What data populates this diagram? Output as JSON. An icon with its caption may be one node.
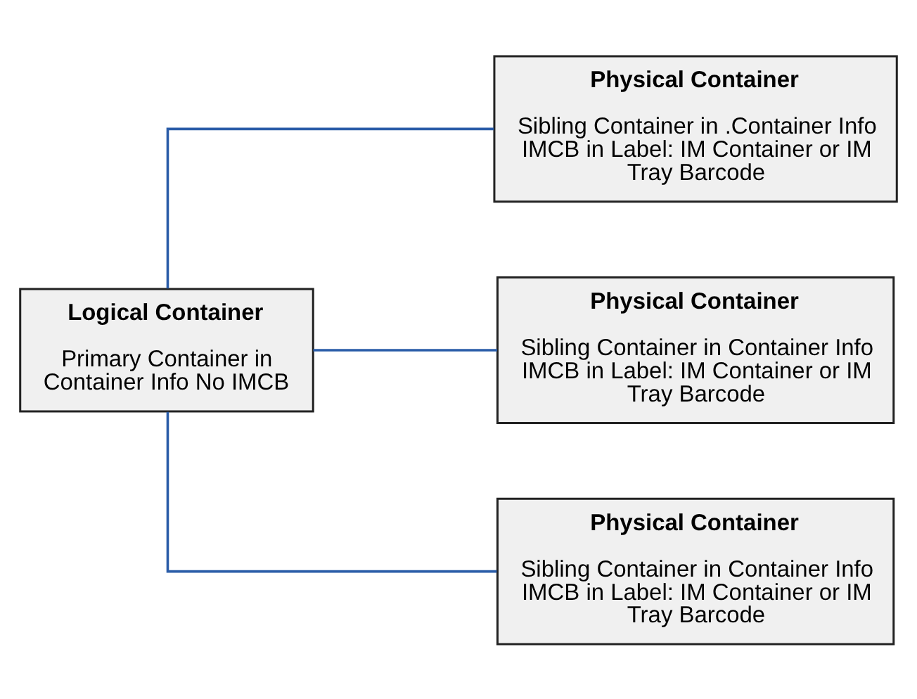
{
  "diagram": {
    "nodes": [
      {
        "text": [
          "Logical Container",
          "Primary Container in Container Info No IMCB"
        ]
      },
      {
        "text": [
          "Physical Container",
          "Sibling Container in .Container Info IMCB in Label: IM Container or IM Tray Barcode"
        ]
      },
      {
        "text": [
          "Physical Container",
          "Sibling Container in Container Info IMCB in Label: IM Container or IM Tray Barcode"
        ]
      },
      {
        "text": [
          "Physical Container",
          "Sibling Container in Container Info IMCB in Label: IM Container or IM Tray Barcode"
        ]
      }
    ],
    "edges": [
      {
        "from": 0,
        "to": 1,
        "arrow": "none"
      },
      {
        "from": 0,
        "to": 2,
        "arrow": "none"
      },
      {
        "from": 0,
        "to": 3,
        "arrow": "none"
      }
    ]
  }
}
